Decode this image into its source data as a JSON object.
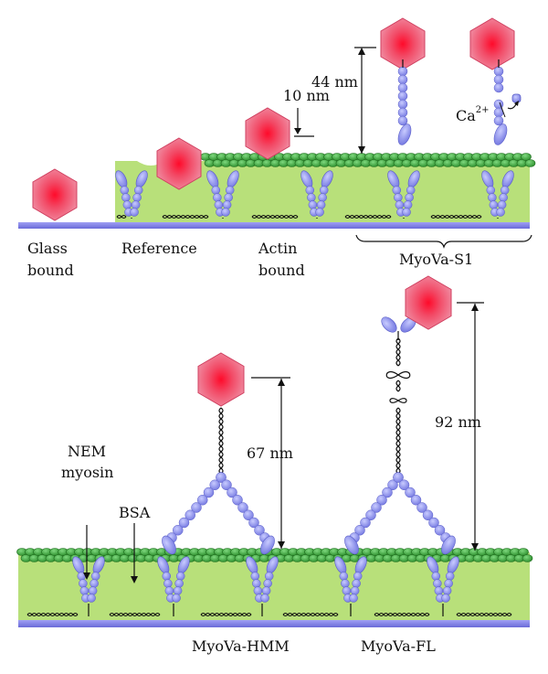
{
  "panel_top": {
    "labels": {
      "glass_bound_1": "Glass",
      "glass_bound_2": "bound",
      "reference": "Reference",
      "actin_bound_1": "Actin",
      "actin_bound_2": "bound",
      "myova_s1": "MyoVa-S1"
    },
    "dimensions": {
      "gap_10": "10 nm",
      "gap_44": "44 nm"
    },
    "calcium": {
      "ion": "Ca",
      "charge": "2+"
    }
  },
  "panel_bottom": {
    "labels": {
      "nem_1": "NEM",
      "nem_2": "myosin",
      "bsa": "BSA",
      "hmm": "MyoVa-HMM",
      "fl": "MyoVa-FL"
    },
    "dimensions": {
      "gap_67": "67 nm",
      "gap_92": "92 nm"
    }
  },
  "colors": {
    "surface": "#7a7ae6",
    "bsa_layer": "#b8e07a",
    "actin": "#3aa63a",
    "myosin": "#8a8ef0",
    "quantum_dot_outer": "#e8607a",
    "quantum_dot_core": "#ff1030"
  }
}
